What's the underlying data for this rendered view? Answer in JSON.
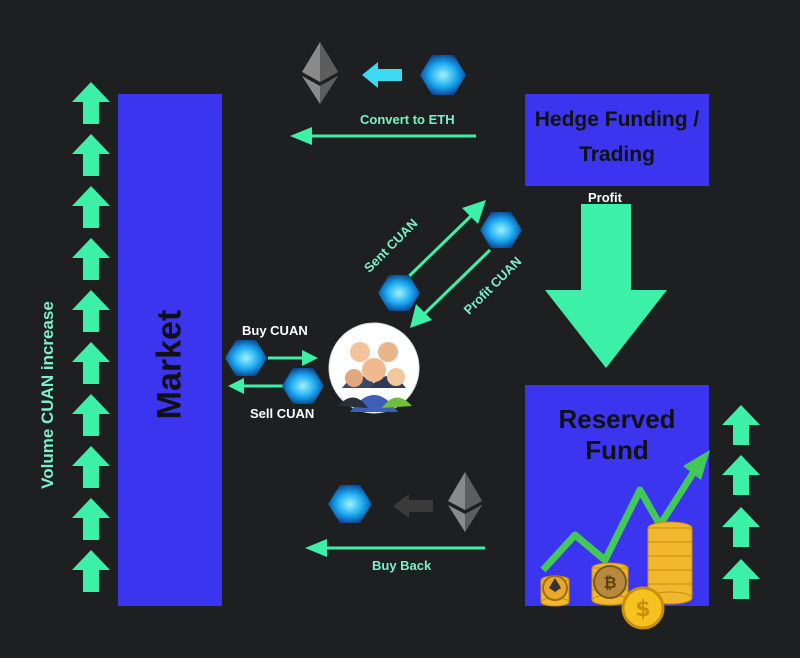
{
  "colors": {
    "background": "#1e1f21",
    "box": "#3b35f0",
    "arrow": "#3df0a8",
    "label": "#7df0c6"
  },
  "market": {
    "label": "Market"
  },
  "hedge": {
    "label_line1": "Hedge Funding /",
    "label_line2": "Trading"
  },
  "reserved": {
    "label": "Reserved Fund"
  },
  "volume_label": "Volume CUAN increase",
  "flows": {
    "convert": "Convert to ETH",
    "profit": "Profit",
    "sent": "Sent CUAN",
    "profit_cuan": "Profit CUAN",
    "buy": "Buy CUAN",
    "sell": "Sell CUAN",
    "buy_back": "Buy Back"
  },
  "icons": [
    "ethereum-icon",
    "cuan-token-icon",
    "users-group-icon",
    "coins-stack-icon",
    "growth-chart-arrow-icon",
    "up-arrow-icon"
  ]
}
